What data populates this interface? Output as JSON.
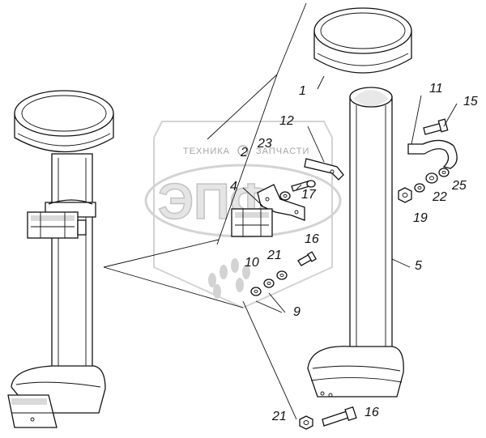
{
  "watermark": {
    "top_text": "ТЕХНИКА",
    "top_text_right": "ЗАПЧАСТИ",
    "big_text": "ЭПФ"
  },
  "callouts": [
    {
      "id": "c1",
      "text": "1"
    },
    {
      "id": "c2",
      "text": "2"
    },
    {
      "id": "c4",
      "text": "4"
    },
    {
      "id": "c5",
      "text": "5"
    },
    {
      "id": "c9",
      "text": "9"
    },
    {
      "id": "c10",
      "text": "10"
    },
    {
      "id": "c11",
      "text": "11"
    },
    {
      "id": "c12",
      "text": "12"
    },
    {
      "id": "c15",
      "text": "15"
    },
    {
      "id": "c16a",
      "text": "16"
    },
    {
      "id": "c16b",
      "text": "16"
    },
    {
      "id": "c17",
      "text": "17"
    },
    {
      "id": "c19",
      "text": "19"
    },
    {
      "id": "c21a",
      "text": "21"
    },
    {
      "id": "c21b",
      "text": "21"
    },
    {
      "id": "c22",
      "text": "22"
    },
    {
      "id": "c23",
      "text": "23"
    },
    {
      "id": "c25",
      "text": "25"
    }
  ]
}
